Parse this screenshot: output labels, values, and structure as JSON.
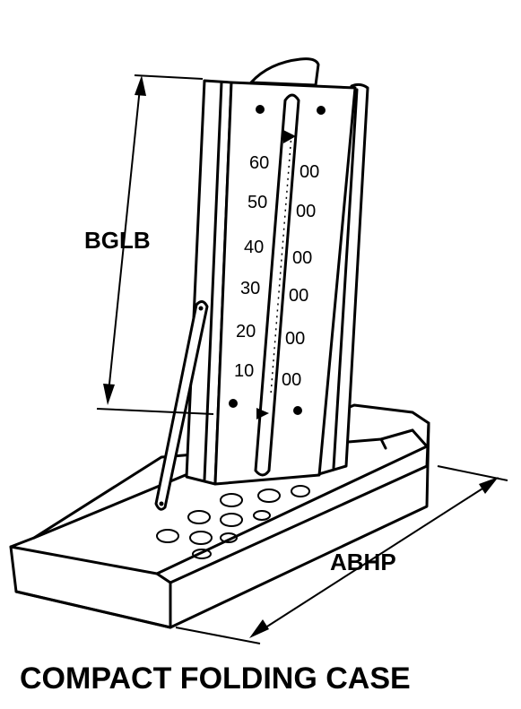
{
  "diagram": {
    "labels": {
      "height_dim": "BGLB",
      "length_dim": "ABHP",
      "caption": "COMPACT FOLDING CASE"
    },
    "scale_left": [
      "60",
      "50",
      "40",
      "30",
      "20",
      "10"
    ],
    "scale_right": [
      "00",
      "00",
      "00",
      "00",
      "00",
      "00"
    ]
  }
}
